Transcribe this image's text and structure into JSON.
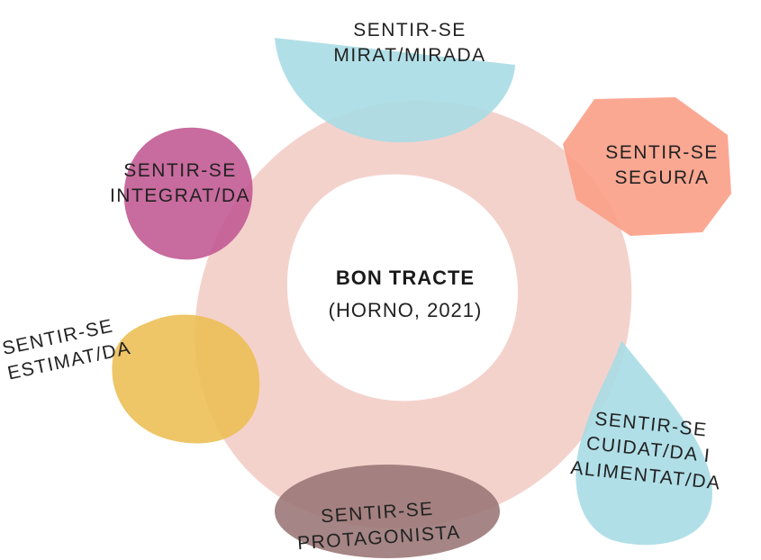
{
  "center": {
    "title": "BON TRACTE",
    "subtitle": "(HORNO, 2021)"
  },
  "nodes": [
    {
      "id": "mirat",
      "lines": [
        "SENTIR-SE",
        "MIRAT/MIRADA"
      ],
      "color": "#a9dce4"
    },
    {
      "id": "segur",
      "lines": [
        "SENTIR-SE",
        "SEGUR/A"
      ],
      "color": "#fb9f87"
    },
    {
      "id": "cuidat",
      "lines": [
        "SENTIR-SE",
        "CUIDAT/DA I",
        "ALIMENTAT/DA"
      ],
      "color": "#a8dbe6"
    },
    {
      "id": "protagonista",
      "lines": [
        "SENTIR-SE",
        "PROTAGONISTA"
      ],
      "color": "#9b7878"
    },
    {
      "id": "estimat",
      "lines": [
        "SENTIR-SE",
        "ESTIMAT/DA"
      ],
      "color": "#ecbf57"
    },
    {
      "id": "integrat",
      "lines": [
        "SENTIR-SE",
        "INTEGRAT/DA"
      ],
      "color": "#c25b94"
    }
  ],
  "colors": {
    "ring": "#f4d2cc",
    "text": "#222222"
  }
}
